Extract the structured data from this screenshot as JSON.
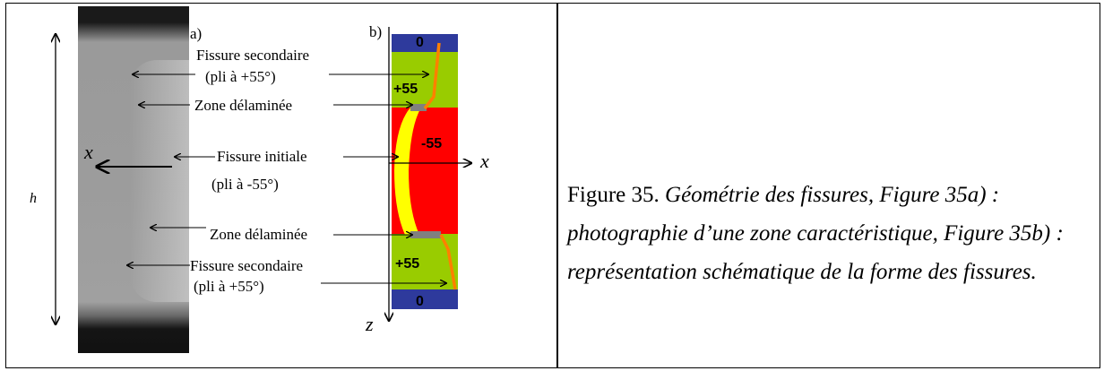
{
  "panel_a": {
    "label": "a)",
    "axis_h": "h",
    "axis_x": "x",
    "annotations": {
      "secondary_top_line1": "Fissure secondaire",
      "secondary_top_line2": "(pli à +55°)",
      "delam_top": "Zone délaminée",
      "initial_line1": "Fissure initiale",
      "initial_line2": "(pli à -55°)",
      "delam_bottom": "Zone délaminée",
      "secondary_bottom_line1": "Fissure secondaire",
      "secondary_bottom_line2": "(pli à +55°)"
    }
  },
  "panel_b": {
    "label": "b)",
    "axis_x": "x",
    "axis_z": "z",
    "plies": {
      "top_zero": "0",
      "top_plus55": "+55",
      "minus55": "-55",
      "bottom_plus55": "+55",
      "bottom_zero": "0"
    },
    "colors": {
      "zero_ply": "#2e3a9c",
      "plus55_ply": "#99cc00",
      "minus55_ply": "#ff0000",
      "initial_crack": "#ffff00",
      "secondary_crack": "#ff8000",
      "delamination": "#808080"
    }
  },
  "caption": {
    "number": "Figure 35.",
    "text": "Géométrie des fissures, Figure 35a) : photographie d’une zone caractéristique, Figure 35b) : représentation schématique de la forme des fissures."
  }
}
